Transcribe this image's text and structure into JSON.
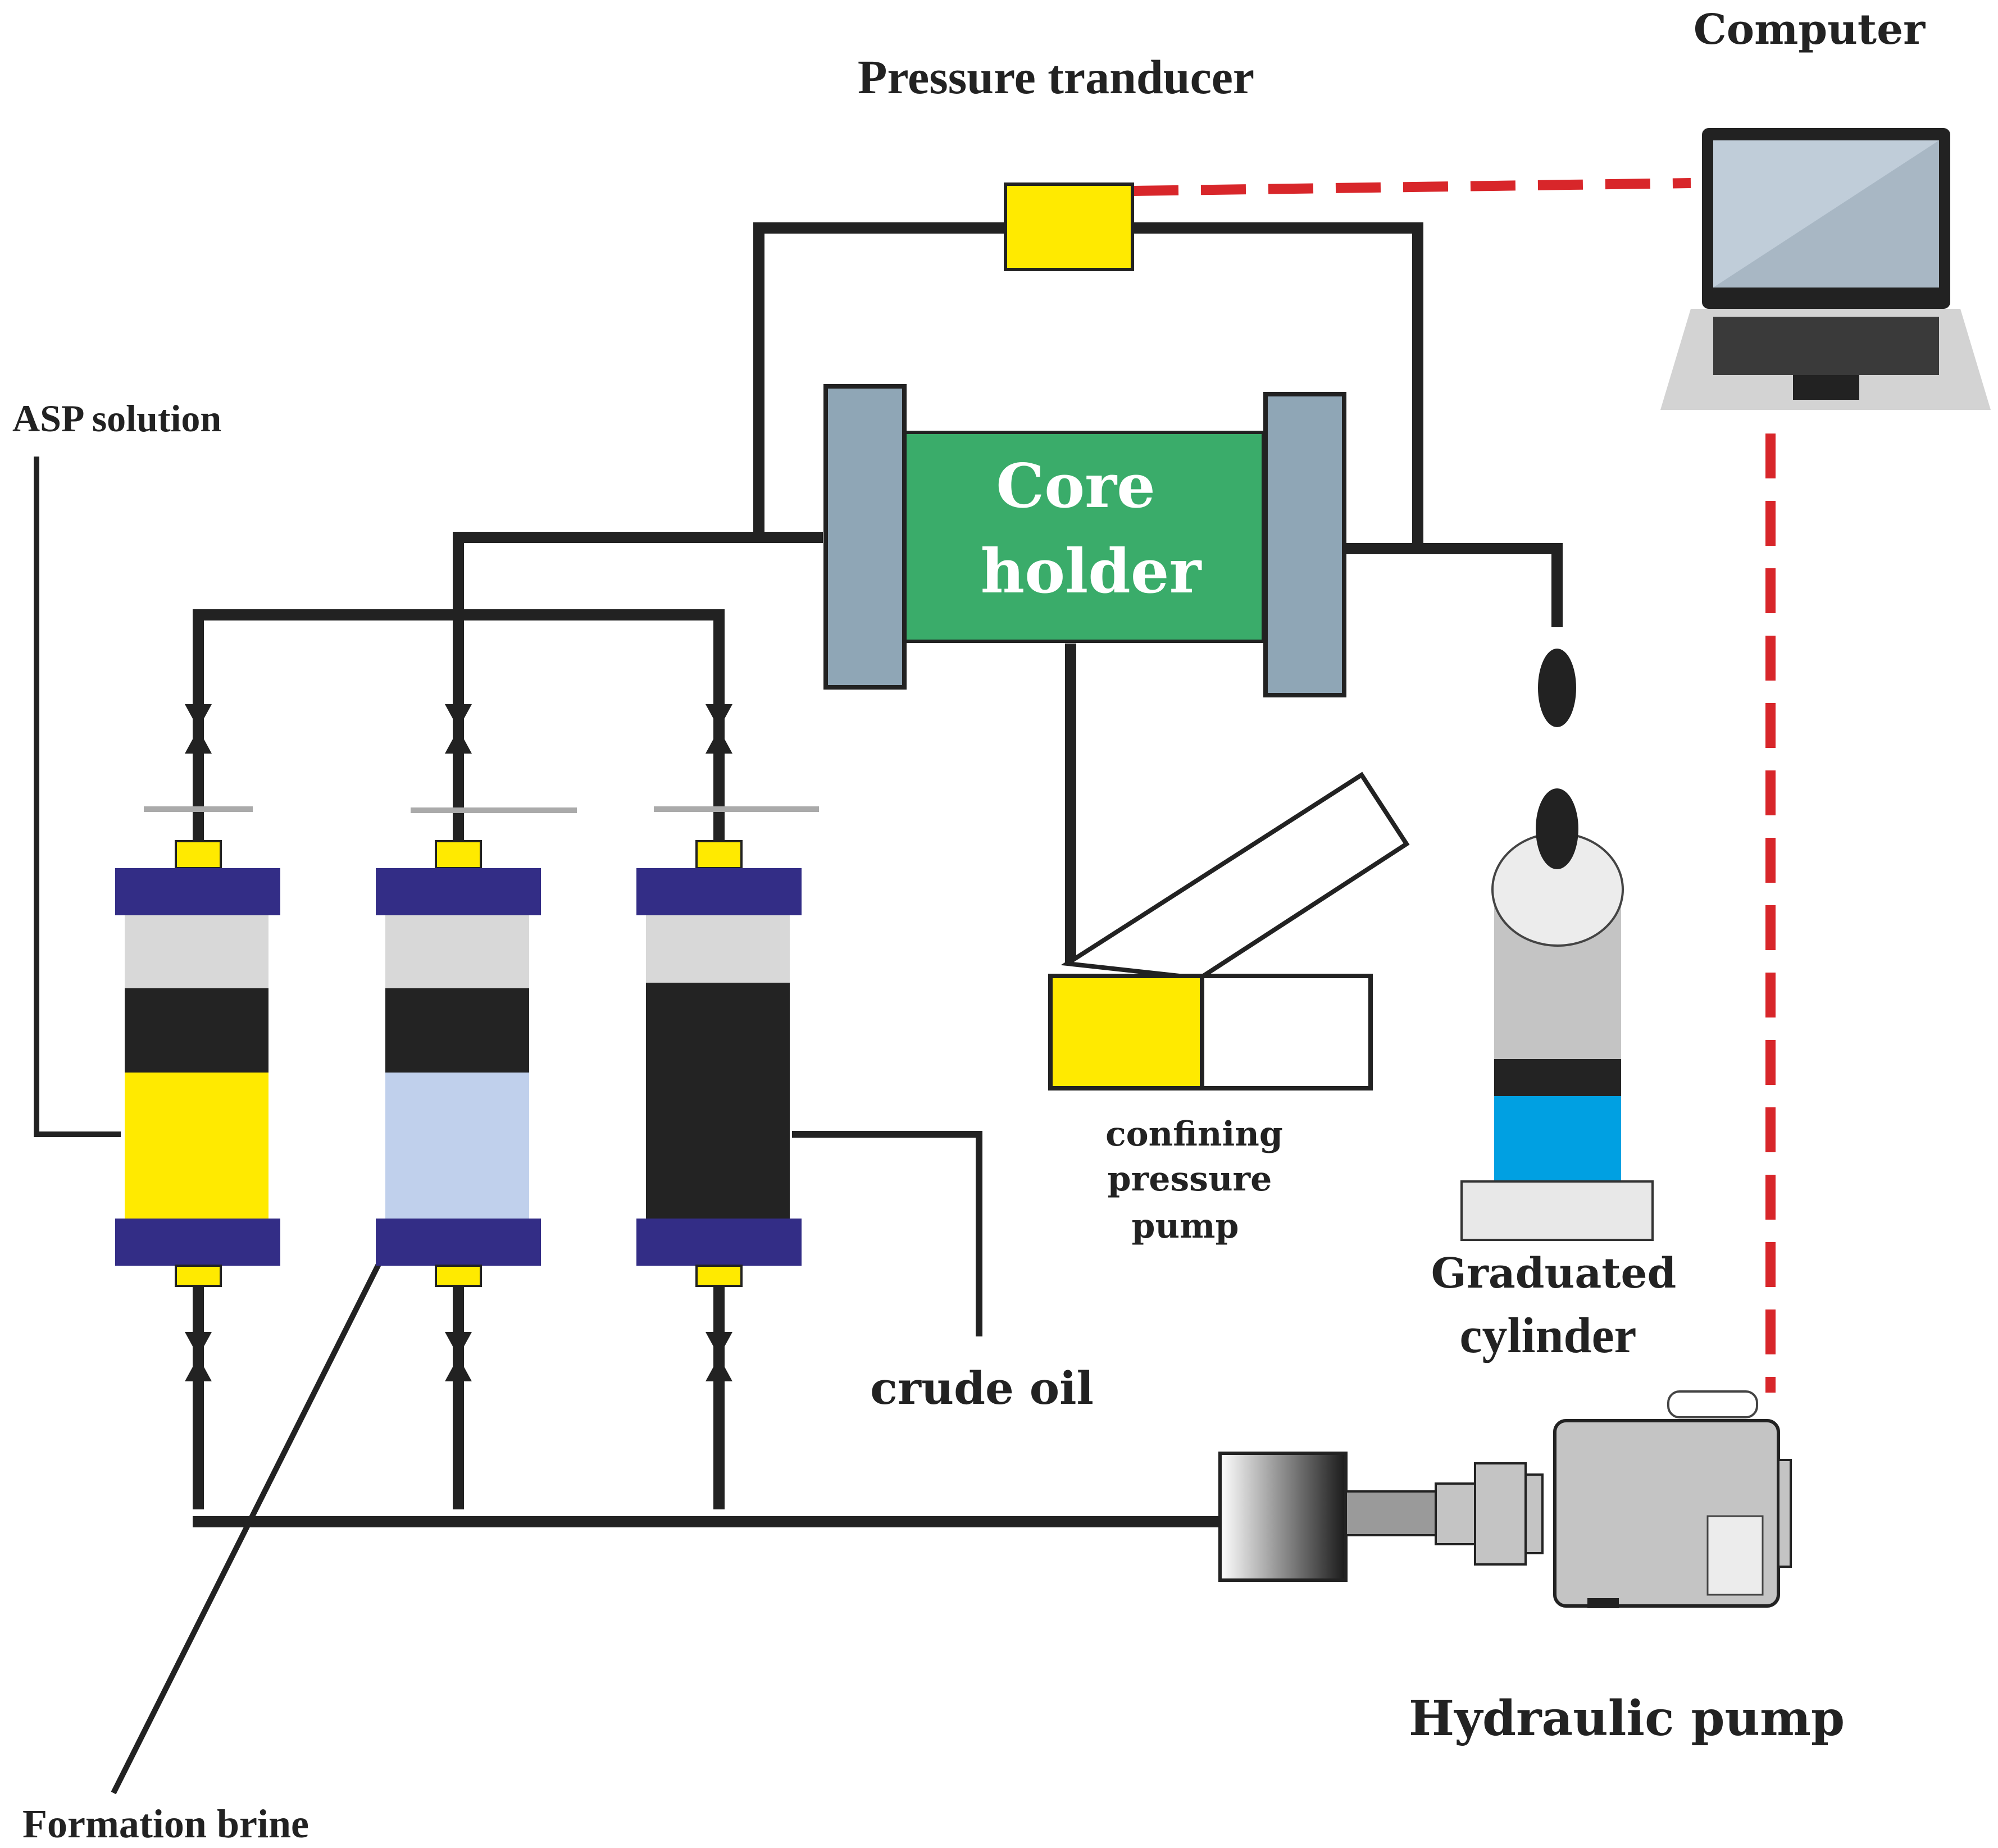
{
  "labels": {
    "computer": "Computer",
    "pressure_transducer": "Pressure tranducer",
    "asp_solution": "ASP solution",
    "core_holder_line1": "Core",
    "core_holder_line2": "holder",
    "confining_line1": "confining",
    "confining_line2": "pressure",
    "confining_line3": "pump",
    "graduated_line1": "Graduated",
    "graduated_line2": "cylinder",
    "crude_oil": "crude oil",
    "hydraulic_pump": "Hydraulic pump",
    "formation_brine": "Formation brine"
  },
  "colors": {
    "pipe": "#222222",
    "transducer_yellow": "#ffea00",
    "signal_red": "#d8262a",
    "core_green": "#3aac6a",
    "endcap_blue_grey": "#8fa6b6",
    "cylinder_cap_navy": "#332d86",
    "asp_yellow": "#ffea00",
    "brine_light_blue": "#c0d0ec",
    "crude_oil_black": "#232323",
    "piston_light_grey": "#d8d8d8",
    "graduated_blue": "#00a0e2"
  },
  "icons": {
    "computer": "laptop-icon",
    "valves": "needle-valve-icon",
    "pump": "hydraulic-pump-icon"
  }
}
